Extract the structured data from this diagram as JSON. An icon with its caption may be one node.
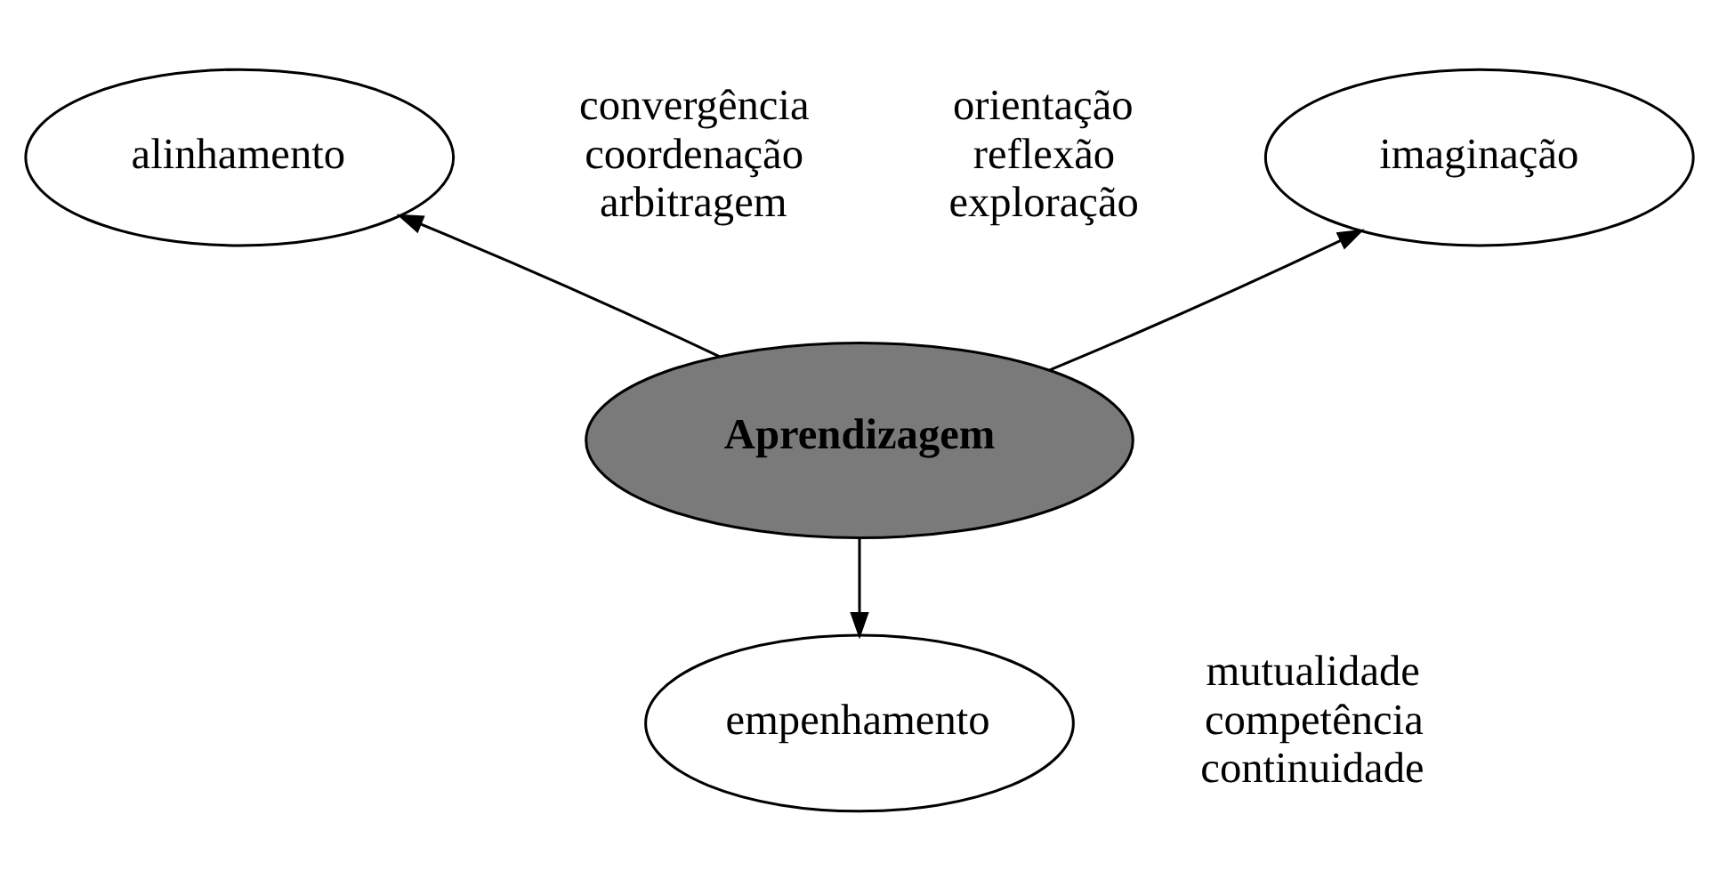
{
  "diagram": {
    "nodes": [
      {
        "text": [
          "imaginação"
        ],
        "beside": [
          "orientação",
          "reflexão",
          "exploração"
        ]
      },
      {
        "text": [
          "alinhamento"
        ],
        "beside": [
          "convergência",
          "coordenação",
          "arbitragem"
        ]
      },
      {
        "text": [
          "Aprendizagem"
        ]
      },
      {
        "text": [
          "empenhamento"
        ],
        "beside": [
          "mutualidade",
          "competência",
          "continuidade"
        ]
      }
    ],
    "edges": [
      {
        "from": 2,
        "to": 0,
        "arrow": "to"
      },
      {
        "from": 2,
        "to": 1,
        "arrow": "to"
      },
      {
        "from": 2,
        "to": 3,
        "arrow": "to"
      }
    ]
  }
}
